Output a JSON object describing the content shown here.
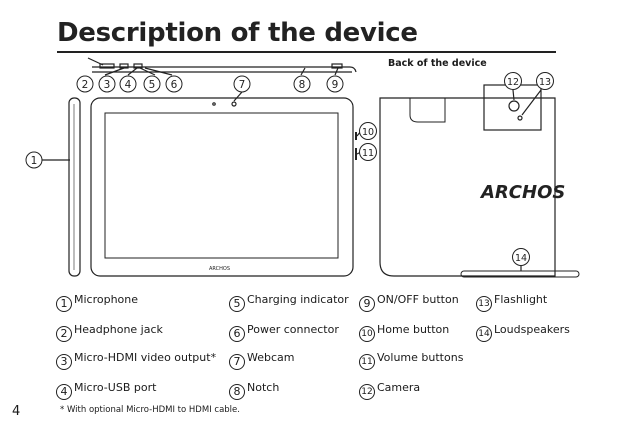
{
  "title": "Description of the device",
  "back_label": "Back of the device",
  "brand_logo": "ARCHOS",
  "callout_numbers": [
    "1",
    "2",
    "3",
    "4",
    "5",
    "6",
    "7",
    "8",
    "9",
    "10",
    "11",
    "12",
    "13",
    "14"
  ],
  "legend": [
    {
      "num": "1",
      "label": "Microphone"
    },
    {
      "num": "2",
      "label": "Headphone jack"
    },
    {
      "num": "3",
      "label": "Micro-HDMI video output*"
    },
    {
      "num": "4",
      "label": "Micro-USB port"
    },
    {
      "num": "5",
      "label": "Charging indicator"
    },
    {
      "num": "6",
      "label": "Power connector"
    },
    {
      "num": "7",
      "label": "Webcam"
    },
    {
      "num": "8",
      "label": "Notch"
    },
    {
      "num": "9",
      "label": "ON/OFF button"
    },
    {
      "num": "10",
      "label": "Home button"
    },
    {
      "num": "11",
      "label": "Volume buttons"
    },
    {
      "num": "12",
      "label": "Camera"
    },
    {
      "num": "13",
      "label": "Flashlight"
    },
    {
      "num": "14",
      "label": "Loudspeakers"
    }
  ],
  "footnote": "* With optional Micro-HDMI to HDMI cable.",
  "page_number": "4"
}
